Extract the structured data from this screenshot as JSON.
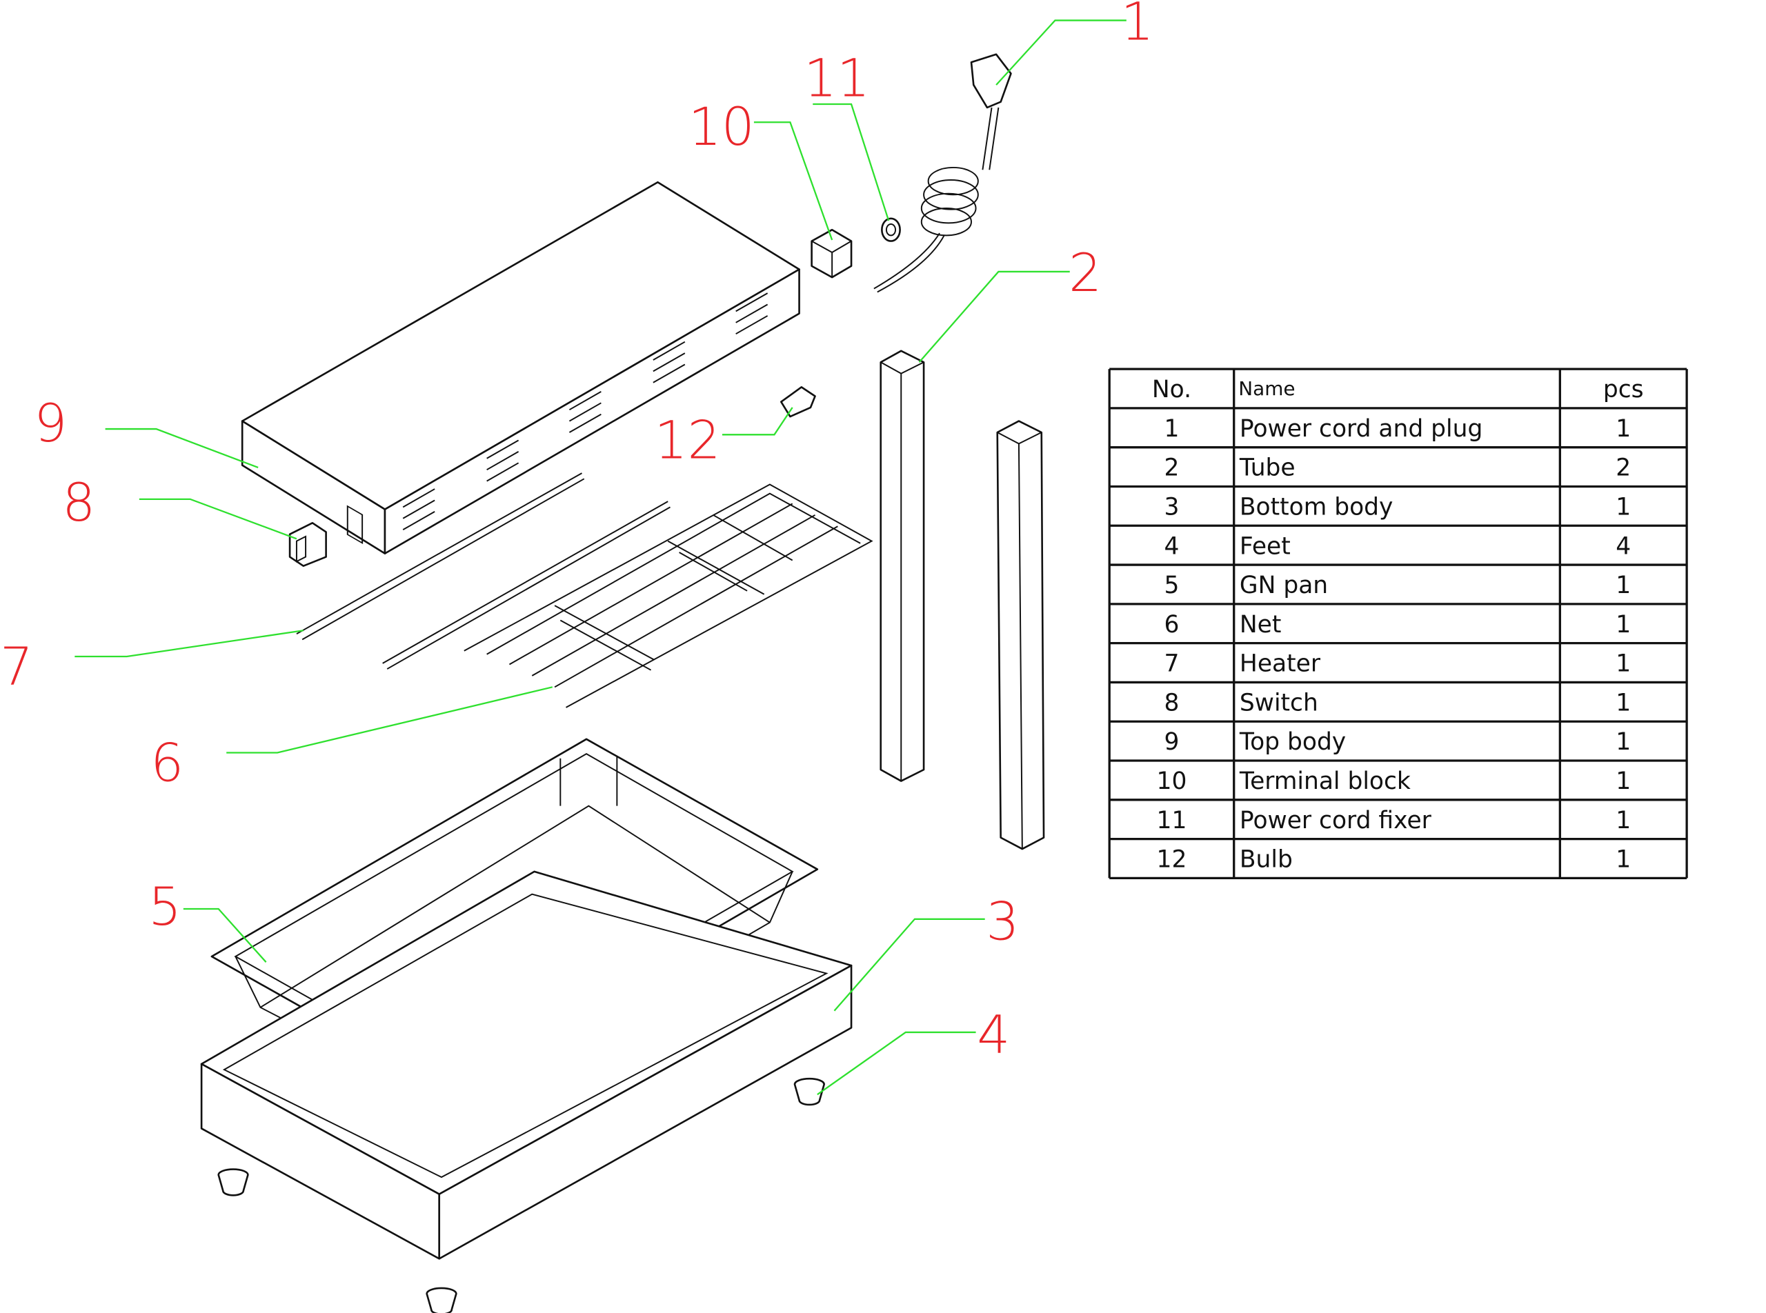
{
  "callouts": {
    "c1": "1",
    "c2": "2",
    "c3": "3",
    "c4": "4",
    "c5": "5",
    "c6": "6",
    "c7": "7",
    "c8": "8",
    "c9": "9",
    "c10": "10",
    "c11": "11",
    "c12": "12"
  },
  "table": {
    "headers": {
      "no": "No.",
      "name": "Name",
      "pcs": "pcs"
    },
    "rows": [
      {
        "no": "1",
        "name": "Power cord and plug",
        "pcs": "1"
      },
      {
        "no": "2",
        "name": "Tube",
        "pcs": "2"
      },
      {
        "no": "3",
        "name": "Bottom body",
        "pcs": "1"
      },
      {
        "no": "4",
        "name": "Feet",
        "pcs": "4"
      },
      {
        "no": "5",
        "name": "GN pan",
        "pcs": "1"
      },
      {
        "no": "6",
        "name": "Net",
        "pcs": "1"
      },
      {
        "no": "7",
        "name": "Heater",
        "pcs": "1"
      },
      {
        "no": "8",
        "name": "Switch",
        "pcs": "1"
      },
      {
        "no": "9",
        "name": "Top body",
        "pcs": "1"
      },
      {
        "no": "10",
        "name": "Terminal block",
        "pcs": "1"
      },
      {
        "no": "11",
        "name": "Power cord fixer",
        "pcs": "1"
      },
      {
        "no": "12",
        "name": "Bulb",
        "pcs": "1"
      }
    ]
  },
  "colors": {
    "callout": "#e8262a",
    "leader": "#2ee02e",
    "line": "#111111"
  }
}
